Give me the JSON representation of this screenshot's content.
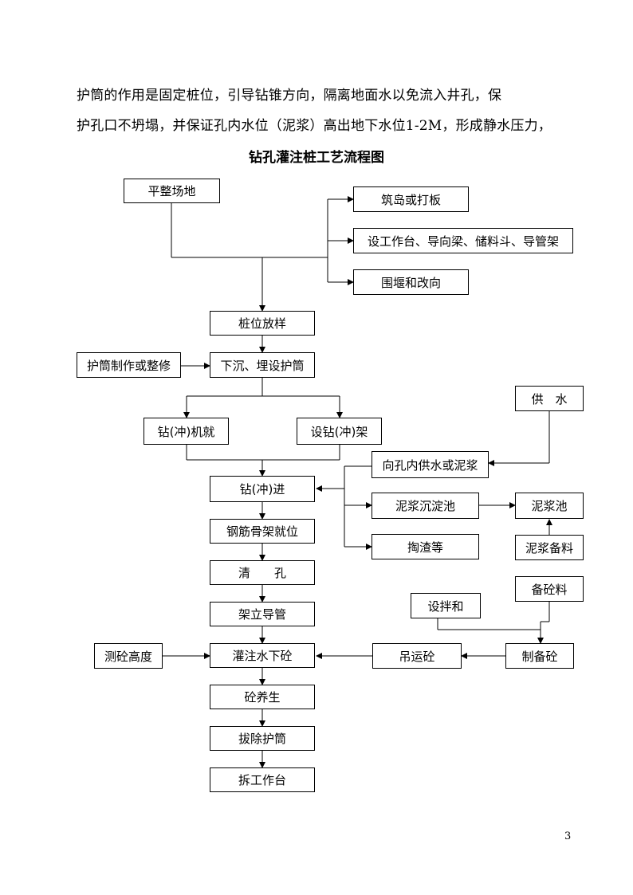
{
  "paragraph": {
    "line1": "护筒的作用是固定桩位，引导钻锥方向，隔离地面水以免流入井孔，保",
    "line2": "护孔口不坍塌，并保证孔内水位（泥浆）高出地下水位1-2M，形成静水压力，"
  },
  "title": "钻孔灌注桩工艺流程图",
  "boxes": {
    "site_leveling": "平整场地",
    "island": "筑岛或打板",
    "platform": "设工作台、导向梁、储料斗、导管架",
    "cofferdam": "围堰和改向",
    "pile_layout": "桩位放样",
    "casing_make": "护筒制作或整修",
    "casing_sink": "下沉、埋设护筒",
    "rig_position": "钻(冲)机就",
    "rig_frame": "设钻(冲)架",
    "water_supply": "供　水",
    "supply_to_hole": "向孔内供水或泥浆",
    "drilling": "钻(冲)进",
    "mud_settle": "泥浆沉淀池",
    "mud_pool": "泥浆池",
    "rebar_cage": "钢筋骨架就位",
    "slag": "掏渣等",
    "mud_prep": "泥浆备料",
    "clean_hole": "清　　孔",
    "concrete_material": "备砼料",
    "mixer": "设拌和",
    "tremie": "架立导管",
    "measure_height": "测砼高度",
    "pour": "灌注水下砼",
    "hoist_concrete": "吊运砼",
    "make_concrete": "制备砼",
    "curing": "砼养生",
    "remove_casing": "拔除护筒",
    "dismantle": "拆工作台"
  },
  "page_number": "3"
}
